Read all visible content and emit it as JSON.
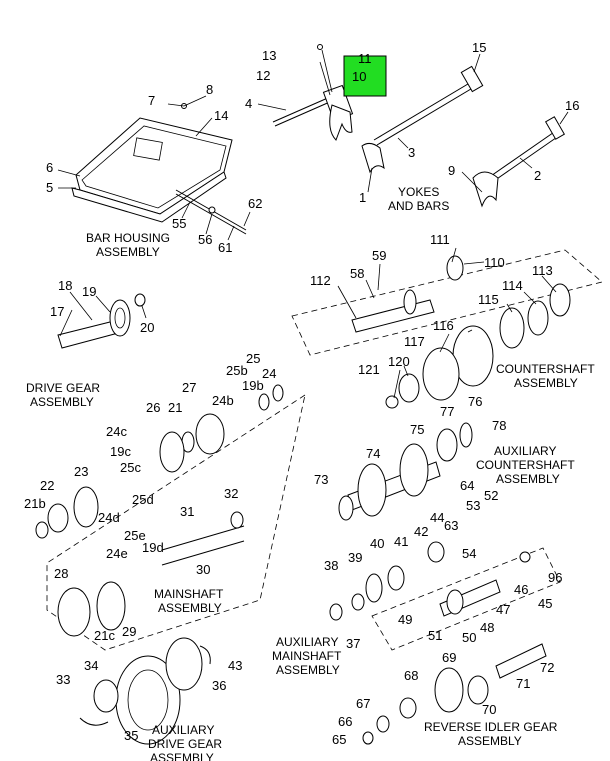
{
  "highlight": {
    "color": "#22dd22",
    "label": "10"
  },
  "callouts": [
    "13",
    "11",
    "12",
    "15",
    "8",
    "7",
    "4",
    "14",
    "16",
    "6",
    "5",
    "3",
    "9",
    "1",
    "2",
    "55",
    "62",
    "56",
    "61",
    "111",
    "59",
    "110",
    "112",
    "58",
    "113",
    "18",
    "19",
    "115",
    "114",
    "17",
    "20",
    "117",
    "116",
    "121",
    "120",
    "25",
    "27",
    "24",
    "19b",
    "25b",
    "24b",
    "26",
    "21",
    "24c",
    "77",
    "76",
    "75",
    "78",
    "74",
    "19c",
    "23",
    "25c",
    "22",
    "25d",
    "73",
    "64",
    "52",
    "21b",
    "24d",
    "31",
    "32",
    "53",
    "63",
    "42",
    "44",
    "40",
    "41",
    "54",
    "30",
    "38",
    "39",
    "25e",
    "24e",
    "19d",
    "28",
    "46",
    "96",
    "49",
    "47",
    "45",
    "29",
    "21c",
    "50",
    "48",
    "51",
    "37",
    "34",
    "43",
    "36",
    "33",
    "69",
    "68",
    "72",
    "71",
    "67",
    "35",
    "70",
    "66",
    "65"
  ],
  "captions": {
    "yokes_bars": [
      "YOKES",
      "AND BARS"
    ],
    "bar_housing": [
      "BAR HOUSING",
      "ASSEMBLY"
    ],
    "drive_gear": [
      "DRIVE GEAR",
      "ASSEMBLY"
    ],
    "countershaft": [
      "COUNTERSHAFT",
      "ASSEMBLY"
    ],
    "aux_countershaft": [
      "AUXILIARY",
      "COUNTERSHAFT",
      "ASSEMBLY"
    ],
    "mainshaft": [
      "MAINSHAFT",
      "ASSEMBLY"
    ],
    "aux_mainshaft": [
      "AUXILIARY",
      "MAINSHAFT",
      "ASSEMBLY"
    ],
    "aux_drive_gear": [
      "AUXILIARY",
      "DRIVE GEAR",
      "ASSEMBLY"
    ],
    "reverse_idler": [
      "REVERSE IDLER GEAR",
      "ASSEMBLY"
    ]
  }
}
